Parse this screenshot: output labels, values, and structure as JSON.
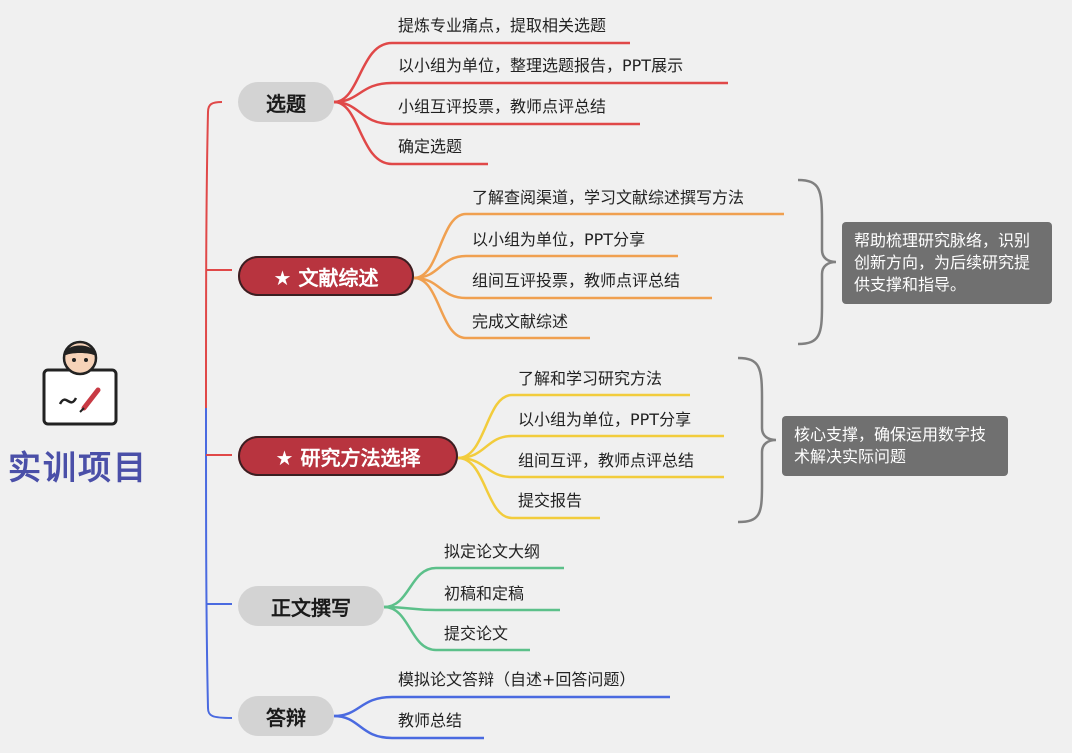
{
  "root": {
    "title": "实训项目"
  },
  "branches": [
    {
      "label": "选题",
      "starred": false,
      "items": [
        "提炼专业痛点，提取相关选题",
        "以小组为单位，整理选题报告，PPT展示",
        "小组互评投票，教师点评总结",
        "确定选题"
      ]
    },
    {
      "label": "★ 文献综述",
      "starred": true,
      "items": [
        "了解查阅渠道，学习文献综述撰写方法",
        "以小组为单位，PPT分享",
        "组间互评投票，教师点评总结",
        "完成文献综述"
      ],
      "note": "帮助梳理研究脉络，识别创新方向，为后续研究提供支撑和指导。"
    },
    {
      "label": "★ 研究方法选择",
      "starred": true,
      "items": [
        "了解和学习研究方法",
        "以小组为单位，PPT分享",
        "组间互评，教师点评总结",
        "提交报告"
      ],
      "note": "核心支撑，确保运用数字技术解决实际问题"
    },
    {
      "label": "正文撰写",
      "starred": false,
      "items": [
        "拟定论文大纲",
        "初稿和定稿",
        "提交论文"
      ]
    },
    {
      "label": "答辩",
      "starred": false,
      "items": [
        "模拟论文答辩（自述+回答问题）",
        "教师总结"
      ]
    }
  ],
  "colors": {
    "background": "#f0f0f0",
    "root_title": "#4a4fa8",
    "branch1": "#e04848",
    "branch2": "#f0a050",
    "branch3": "#f2cc3c",
    "branch4": "#5cc08a",
    "branch5": "#4a6ae0",
    "pill_grey": "#d3d3d3",
    "pill_red": "#b8343f",
    "note_bg": "#707070",
    "bracket": "#808080",
    "trunk_top": "#e04848",
    "trunk_bottom": "#4a6ae0"
  },
  "icons": {
    "avatar": "person-at-laptop-icon"
  }
}
